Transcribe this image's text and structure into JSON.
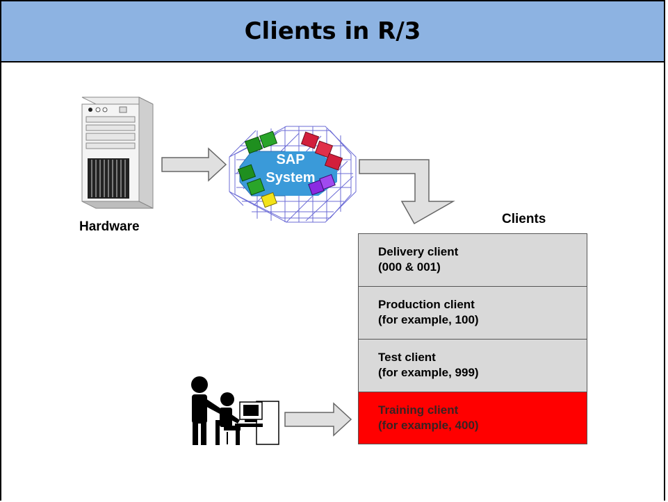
{
  "slide": {
    "title": "Clients in R/3"
  },
  "hardware": {
    "label": "Hardware"
  },
  "sap_system": {
    "line1": "SAP",
    "line2": "System"
  },
  "clients": {
    "heading": "Clients",
    "items": [
      {
        "name": "Delivery client",
        "detail": "(000 & 001)"
      },
      {
        "name": "Production client",
        "detail": "(for example, 100)"
      },
      {
        "name": "Test client",
        "detail": "(for example, 999)"
      },
      {
        "name": "Training client",
        "detail": "(for example, 400)"
      }
    ]
  },
  "colors": {
    "banner": "#8db3e2",
    "client_box": "#d9d9d9",
    "training_highlight": "#ff0000",
    "arrow_fill": "#e0e0e0"
  }
}
